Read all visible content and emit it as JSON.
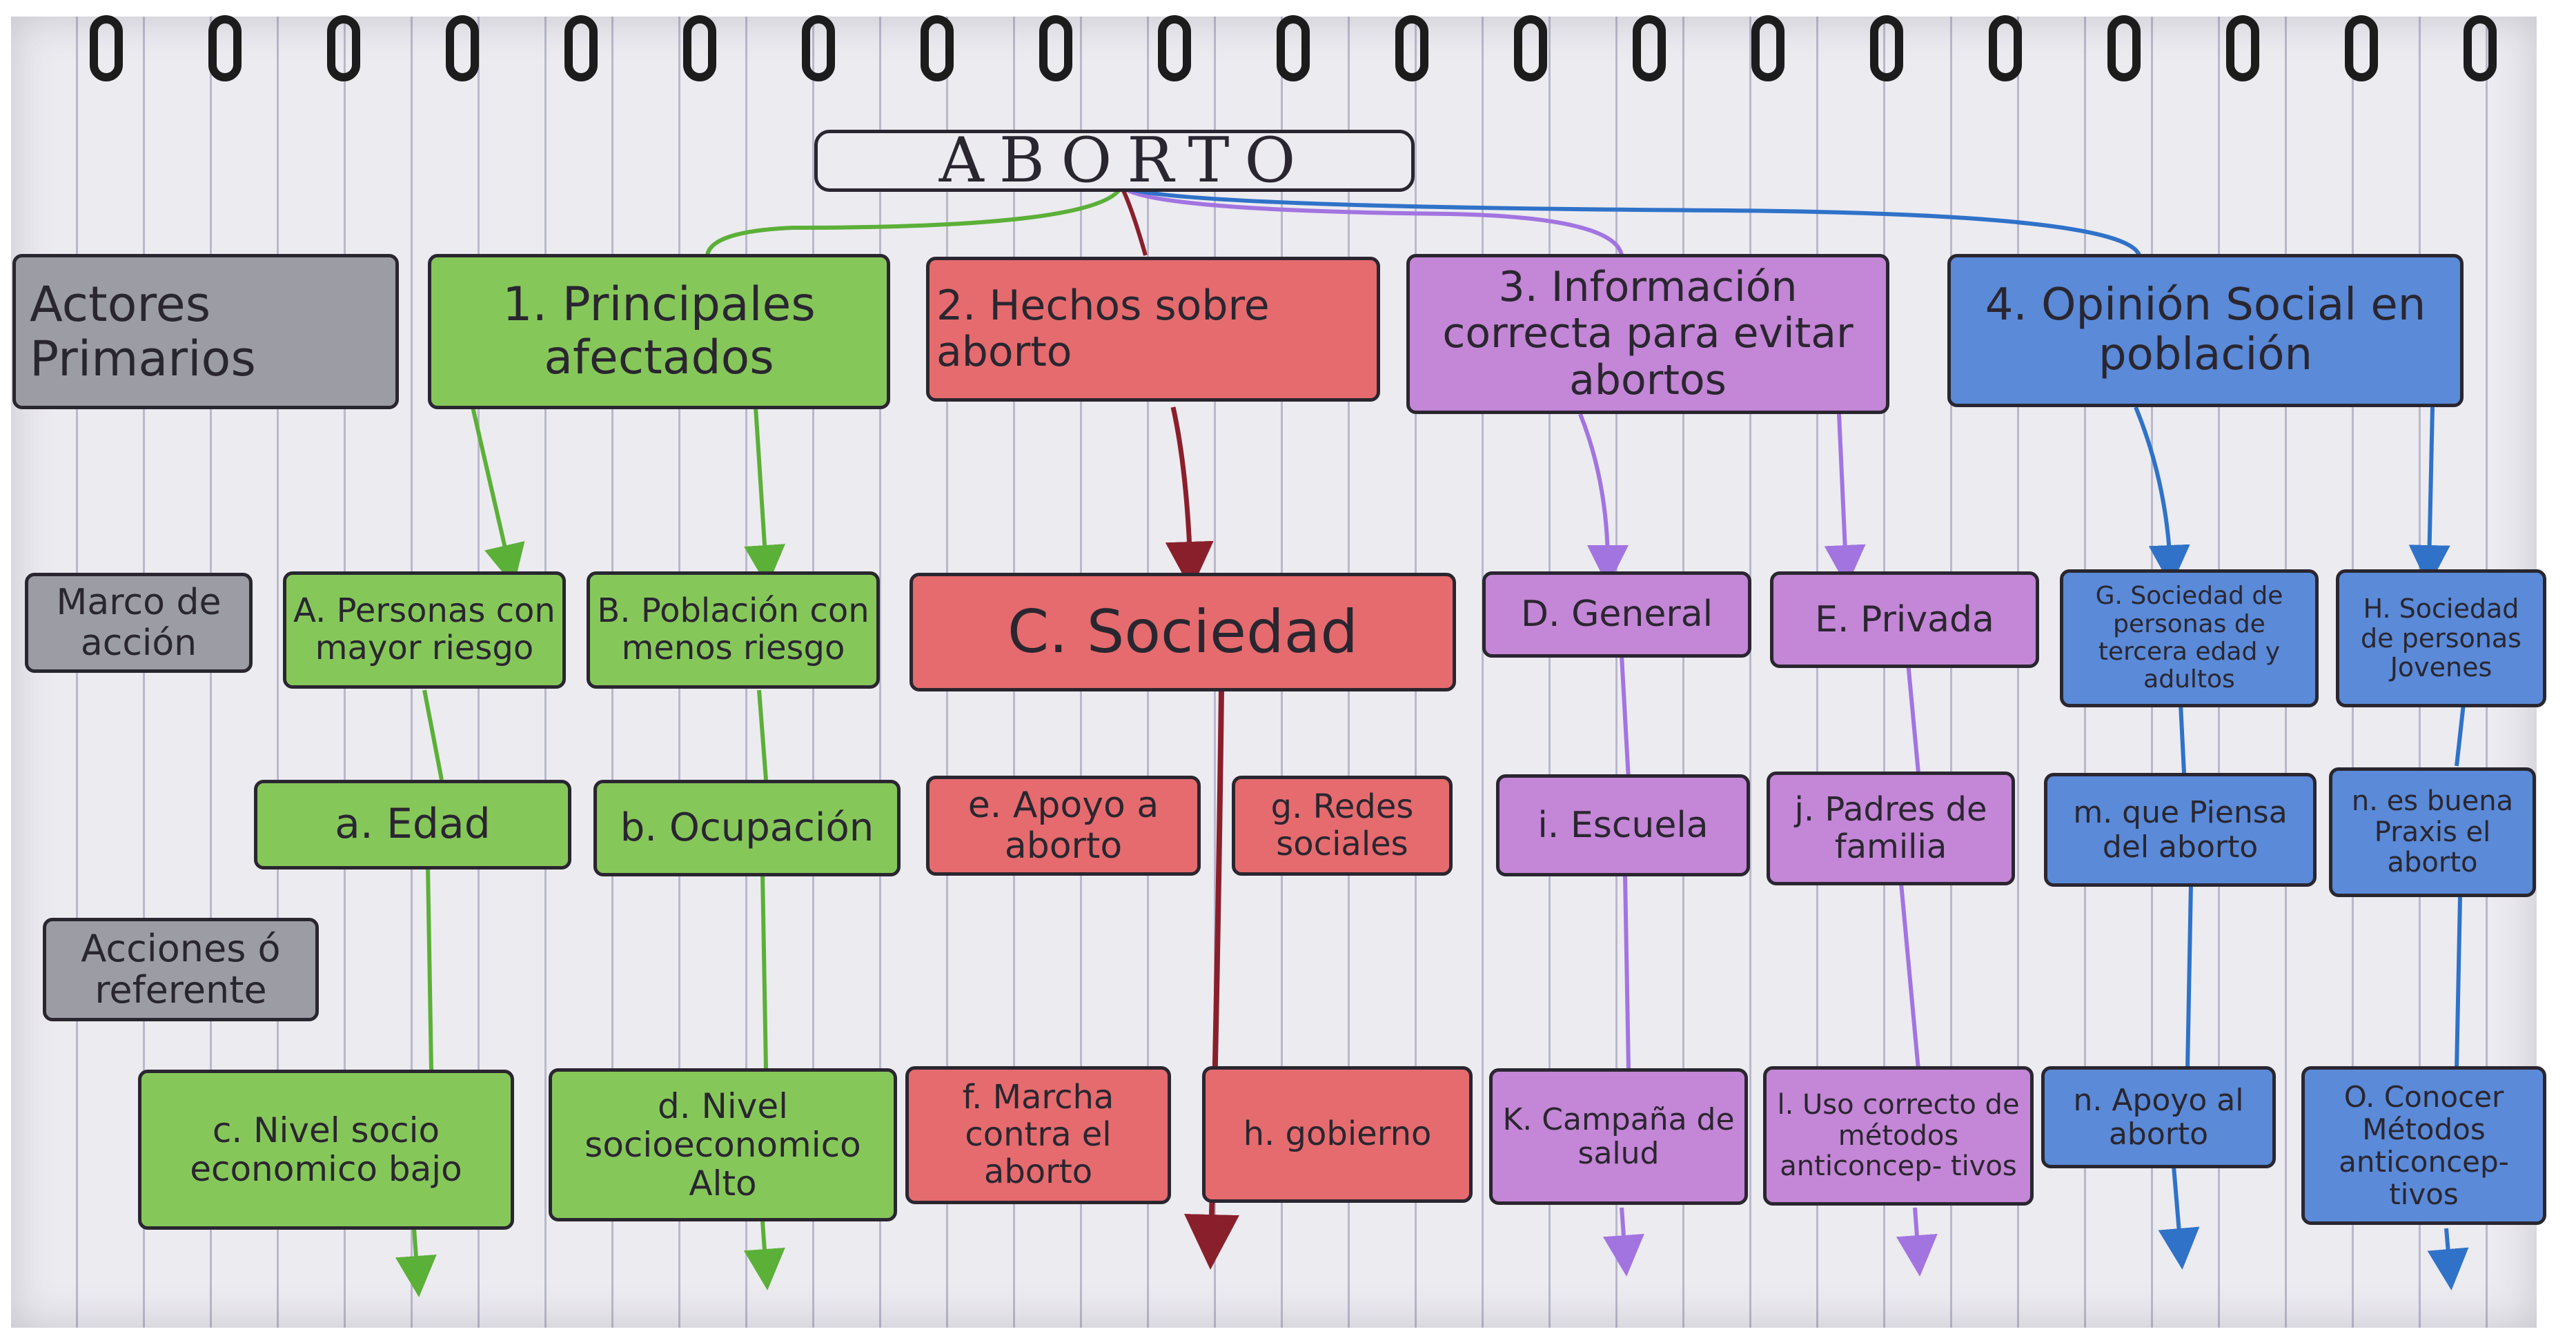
{
  "title": "ABORTO",
  "labels": {
    "actores": "Actores Primarios",
    "marco": "Marco de acción",
    "acciones": "Acciones ó referente"
  },
  "categories": {
    "c1": "1. Principales afectados",
    "c2": "2. Hechos sobre aborto",
    "c3": "3. Información correcta para evitar abortos",
    "c4": "4. Opinión Social en población"
  },
  "marco": {
    "A": "A. Personas con mayor riesgo",
    "B": "B. Población con menos riesgo",
    "C": "C. Sociedad",
    "D": "D. General",
    "E": "E. Privada",
    "G": "G. Sociedad de personas de tercera edad y adultos",
    "H": "H. Sociedad de personas Jovenes"
  },
  "level3": {
    "a": "a. Edad",
    "b": "b. Ocupación",
    "e": "e. Apoyo a aborto",
    "g": "g. Redes sociales",
    "i": "i. Escuela",
    "j": "j. Padres de familia",
    "m": "m. que Piensa del aborto",
    "n": "n. es buena Praxis el aborto"
  },
  "level4": {
    "c": "c. Nivel socio economico bajo",
    "d": "d. Nivel socioeconomico Alto",
    "f": "f. Marcha contra el aborto",
    "h": "h. gobierno",
    "k": "K. Campaña de salud",
    "l": "l. Uso correcto de métodos anticoncep- tivos",
    "n2": "n. Apoyo al aborto",
    "o": "O. Conocer Métodos anticoncep- tivos"
  },
  "colors": {
    "paper": "#ecebf0",
    "green": "#86c75a",
    "red": "#e56b6e",
    "purple": "#c486d6",
    "blue": "#5a8ad8",
    "gray": "#9c9ca4",
    "line_green": "#5bb038",
    "line_red": "#8a1f2c",
    "line_purple": "#a274e0",
    "line_blue": "#2f72c8"
  }
}
